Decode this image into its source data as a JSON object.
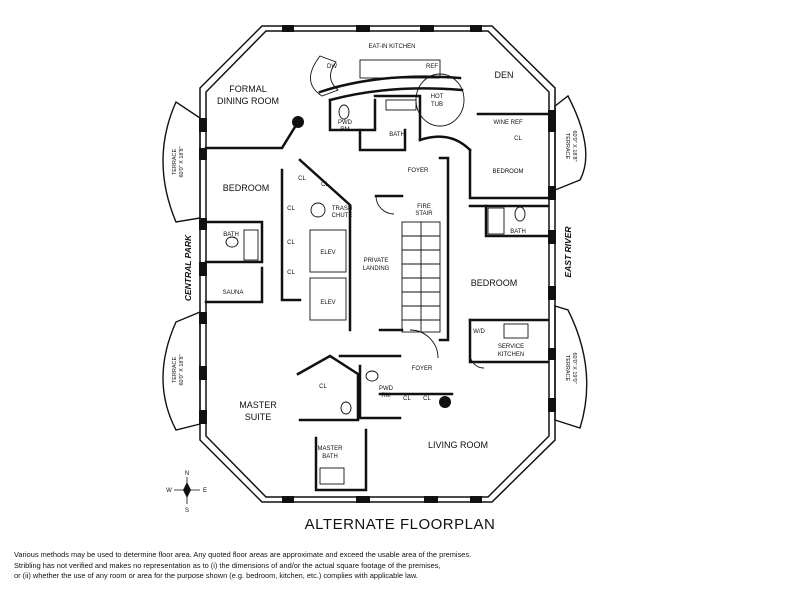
{
  "plan_title": "ALTERNATE FLOORPLAN",
  "rooms": {
    "formal_dining": [
      "FORMAL",
      "DINING ROOM"
    ],
    "eat_in_kitchen": "EAT-IN KITCHEN",
    "dw": "DW",
    "ref": "REF",
    "den": "DEN",
    "hot_tub": [
      "HOT",
      "TUB"
    ],
    "pwd_rm_top": [
      "PWD",
      "RM"
    ],
    "bath_top": "BATH",
    "wine_ref": "WINE REF",
    "cl": "CL",
    "bedroom_west": "BEDROOM",
    "bedroom_ne": "BEDROOM",
    "bedroom_east": "BEDROOM",
    "foyer_top": "FOYER",
    "trash_chute": [
      "TRASH",
      "CHUTE"
    ],
    "fire_stair": [
      "FIRE",
      "STAIR"
    ],
    "elev": "ELEV",
    "private_landing": [
      "PRIVATE",
      "LANDING"
    ],
    "bath_west": "BATH",
    "bath_east": "BATH",
    "sauna": "SAUNA",
    "wd": "W/D",
    "service_kitchen": [
      "SERVICE",
      "KITCHEN"
    ],
    "foyer_bottom": "FOYER",
    "pwd_rm_bottom": [
      "PWD",
      "RM"
    ],
    "master_suite": [
      "MASTER",
      "SUITE"
    ],
    "master_bath": [
      "MASTER",
      "BATH"
    ],
    "living_room": "LIVING ROOM"
  },
  "terraces": {
    "west_top": [
      "TERRACE",
      "60'0\" X 18'8\""
    ],
    "west_bottom": [
      "TERRACE",
      "60'0\" X 18'8\""
    ],
    "east_top": [
      "TERRACE",
      "60'0\" X 18'8\""
    ],
    "east_bottom": [
      "TERRACE",
      "60'0\" X 19'0\""
    ]
  },
  "streets": {
    "west": "CENTRAL PARK",
    "east": "EAST RIVER"
  },
  "compass": {
    "n": "N",
    "s": "S",
    "e": "E",
    "w": "W"
  },
  "disclaimer": [
    "Various methods may be used to determine floor area.  Any quoted floor areas are approximate and exceed the usable area of the premises.",
    "Stribling has not verified and makes no representation as to (i) the dimensions of and/or the actual square footage of the premises,",
    "or (ii) whether the use of any room or area for the purpose shown (e.g. bedroom, kitchen, etc.) complies with applicable law."
  ]
}
